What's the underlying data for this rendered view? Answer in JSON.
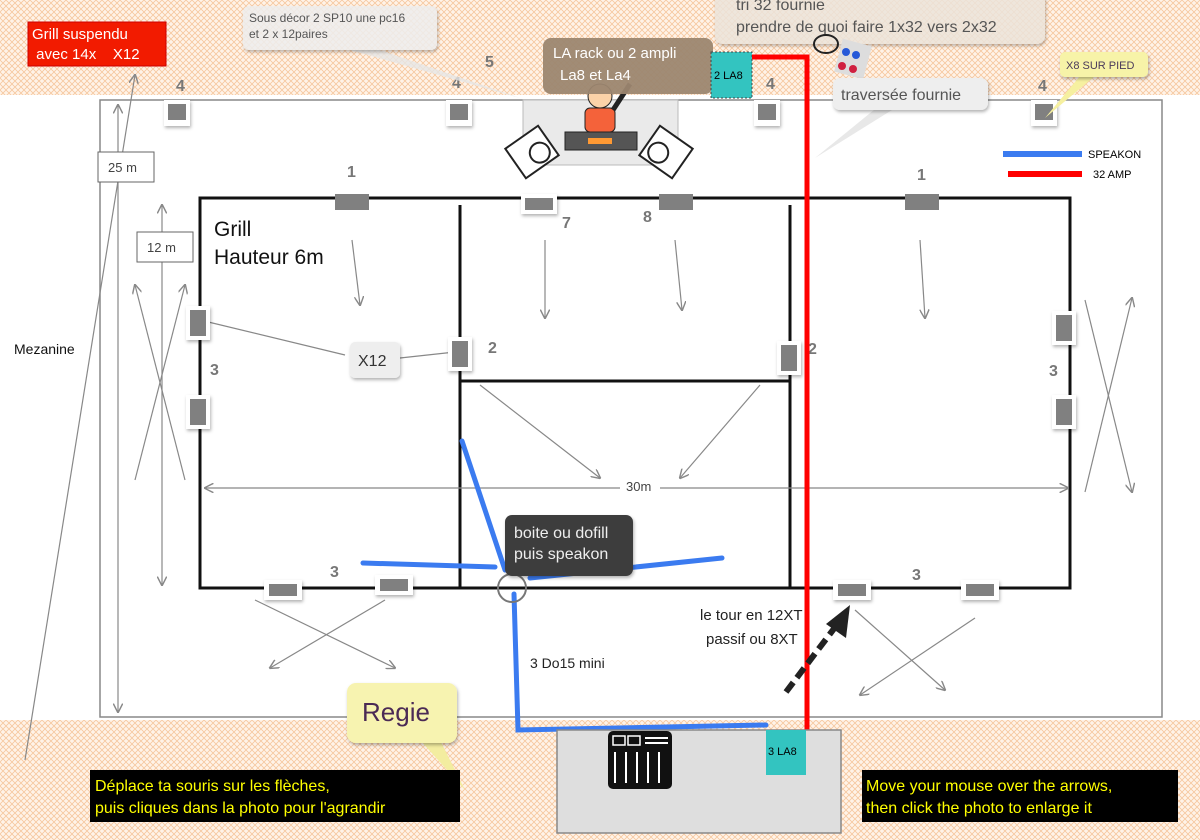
{
  "header": {
    "grill_label_line1": "Grill suspendu",
    "grill_label_line2": " avec 14x    X12",
    "sous_decor_line1": "Sous décor 2 SP10 une pc16",
    "sous_decor_line2": "et 2 x 12paires",
    "la_rack_line1": "LA rack ou 2 ampli",
    "la_rack_line2": "La8 et La4",
    "tri_line1": "tri 32 fournie",
    "tri_line2": "prendre de quoi faire 1x32 vers 2x32",
    "traversee": "traversée fournie",
    "x8_pied": "X8 SUR PIED",
    "amp_top": "2 LA8"
  },
  "legend": {
    "speakon": "SPEAKON",
    "amp32": "32 AMP",
    "colors": {
      "speakon": "#3b7bf0",
      "amp32": "#ff0000"
    }
  },
  "plan": {
    "dim_25m": "25 m",
    "dim_12m": "12 m",
    "dim_30m": "30m",
    "grill_title": "Grill",
    "grill_height": "Hauteur 6m",
    "mezzanine": "Mezanine",
    "x12_label": "X12",
    "n1": "1",
    "n2": "2",
    "n3": "3",
    "n4": "4",
    "n5": "5",
    "n7": "7",
    "n8": "8",
    "boite_line1": "boite ou dofill",
    "boite_line2": "puis speakon",
    "do15": "3 Do15 mini",
    "tour_line1": "le tour en 12XT",
    "tour_line2": "passif ou 8XT"
  },
  "footer": {
    "regie": "Regie",
    "amp_bottom": "3 LA8",
    "fr_line1": "Déplace ta souris sur les flèches,",
    "fr_line2": "puis cliques dans la photo pour l'agrandir",
    "en_line1": "Move your mouse over the arrows,",
    "en_line2": "then click the photo to enlarge it"
  }
}
